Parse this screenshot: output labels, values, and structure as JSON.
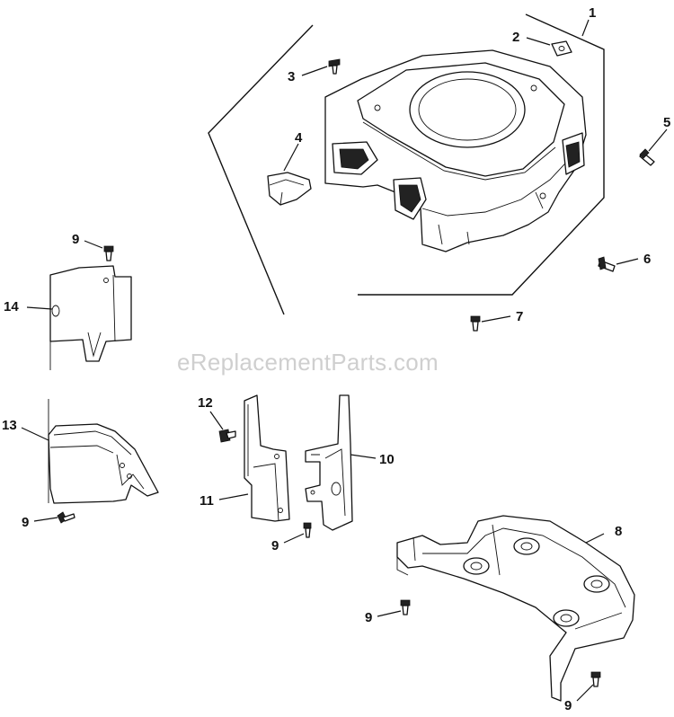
{
  "watermark": "eReplacementParts.com",
  "callouts": {
    "c1": "1",
    "c2": "2",
    "c3": "3",
    "c4": "4",
    "c5": "5",
    "c6": "6",
    "c7": "7",
    "c8": "8",
    "c9a": "9",
    "c9b": "9",
    "c9c": "9",
    "c9d": "9",
    "c9e": "9",
    "c10": "10",
    "c11": "11",
    "c12": "12",
    "c13": "13",
    "c14": "14"
  }
}
